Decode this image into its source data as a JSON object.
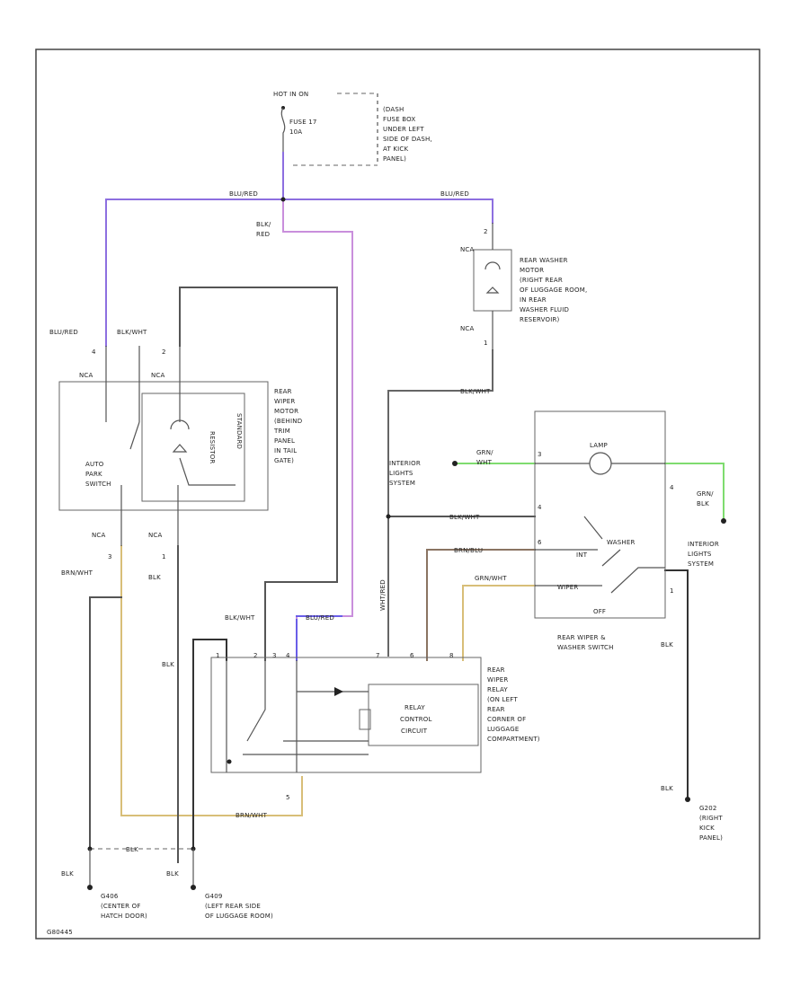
{
  "hot_in_on": "HOT IN ON",
  "fuse": {
    "line1": "FUSE 17",
    "line2": "10A"
  },
  "fuse_box_note": [
    "(DASH",
    "FUSE BOX",
    "UNDER LEFT",
    "SIDE OF DASH,",
    "AT KICK",
    "PANEL)"
  ],
  "wires": {
    "blu_red_a": "BLU/RED",
    "blu_red_b": "BLU/RED",
    "blu_red_c": "BLU/RED",
    "blu_red_d": "BLU/RED",
    "blk_red": [
      "BLK/",
      "RED"
    ],
    "blk_wht_a": "BLK/WHT",
    "blk_wht_b": "BLK/WHT",
    "blk_wht_c": "BLK/WHT",
    "blk_wht_d": "BLK/WHT",
    "grn_wht_a": [
      "GRN/",
      "WHT"
    ],
    "grn_wht_b": "GRN/WHT",
    "brn_blu": "BRN/BLU",
    "brn_wht_a": "BRN/WHT",
    "brn_wht_b": "BRN/WHT",
    "wht_red": "WHT/RED",
    "grn_blk": [
      "GRN/",
      "BLK"
    ],
    "blk_a": "BLK",
    "blk_b": "BLK",
    "blk_c": "BLK",
    "blk_d": "BLK",
    "blk_e": "BLK",
    "blk_f": "BLK",
    "blk_g": "BLK"
  },
  "nca_labels": [
    "NCA",
    "NCA",
    "NCA",
    "NCA",
    "NCA",
    "NCA"
  ],
  "rear_washer_motor": [
    "REAR WASHER",
    "MOTOR",
    "(RIGHT REAR",
    "OF LUGGAGE ROOM,",
    "IN REAR",
    "WASHER FLUID",
    "RESERVOIR)"
  ],
  "rear_wiper_motor": [
    "REAR",
    "WIPER",
    "MOTOR",
    "(BEHIND",
    "TRIM",
    "PANEL",
    "IN TAIL",
    "GATE)"
  ],
  "auto_park_switch": [
    "AUTO",
    "PARK",
    "SWITCH"
  ],
  "motor_vert_labels": [
    "RESISTOR",
    "STANDARD"
  ],
  "interior_lights_left": [
    "INTERIOR",
    "LIGHTS",
    "SYSTEM"
  ],
  "interior_lights_right": [
    "INTERIOR",
    "LIGHTS",
    "SYSTEM"
  ],
  "switch": {
    "lamp": "LAMP",
    "washer": "WASHER",
    "int": "INT",
    "wiper": "WIPER",
    "off": "OFF"
  },
  "rear_switch_label": [
    "REAR WIPER &",
    "WASHER SWITCH"
  ],
  "relay": {
    "title": [
      "RELAY",
      "CONTROL",
      "CIRCUIT"
    ],
    "note": [
      "REAR",
      "WIPER",
      "RELAY",
      "(ON LEFT",
      "REAR",
      "CORNER OF",
      "LUGGAGE",
      "COMPARTMENT)"
    ]
  },
  "grounds": {
    "g202": [
      "G202",
      "(RIGHT",
      "KICK",
      "PANEL)"
    ],
    "g406": [
      "G406",
      "(CENTER OF",
      "HATCH DOOR)"
    ],
    "g409": [
      "G409",
      "(LEFT REAR SIDE",
      "OF LUGGAGE ROOM)"
    ]
  },
  "pins": [
    "2",
    "1",
    "4",
    "2",
    "3",
    "1",
    "5",
    "1",
    "2",
    "3",
    "4",
    "7",
    "6",
    "8",
    "4",
    "1",
    "3",
    "4",
    "6"
  ],
  "diagram_id": "G80445",
  "colors": {
    "violet": "#8d6fe0",
    "pink": "#c98fdc",
    "gray": "#555555",
    "green": "#7fdc6f",
    "tan": "#d8be78",
    "brown": "#8a7462",
    "blue": "#6a5ee8"
  }
}
